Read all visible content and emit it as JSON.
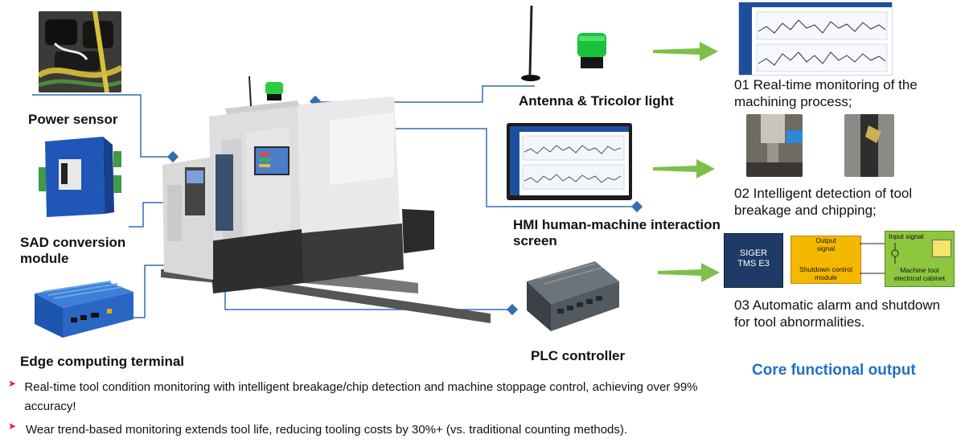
{
  "components": {
    "power_sensor": "Power sensor",
    "sad_module": "SAD conversion module",
    "edge_terminal": "Edge computing terminal",
    "antenna_light": "Antenna & Tricolor light",
    "hmi_screen": "HMI human-machine interaction screen",
    "plc_controller": "PLC controller"
  },
  "outputs": {
    "o1": "01 Real-time monitoring of the machining process;",
    "o2": "02 Intelligent detection of tool breakage and chipping;",
    "o3": "03 Automatic alarm and shutdown for tool abnormalities."
  },
  "schematic": {
    "siger_line1": "SIGER",
    "siger_line2": "TMS E3",
    "output_signal": "Output signal",
    "shutdown_module": "Shutdown control module",
    "input_signal": "Input signal",
    "cabinet": "Machine tool electrical cabinet"
  },
  "core_title": "Core functional output",
  "bullets": [
    "Real-time tool condition monitoring with intelligent breakage/chip detection and machine stoppage control, achieving over 99% accuracy!",
    "Wear trend-based monitoring extends tool life, reducing tooling costs by 30%+ (vs. traditional counting methods)."
  ],
  "colors": {
    "connector": "#2f6fb2",
    "green_arrow": "#7cc04a",
    "core_title": "#1f6fc5",
    "bullet_mark": "#e0252a",
    "shutdown_box": "#f5b800",
    "cabinet_box": "#8dc63f",
    "siger_box": "#1f3a66"
  }
}
